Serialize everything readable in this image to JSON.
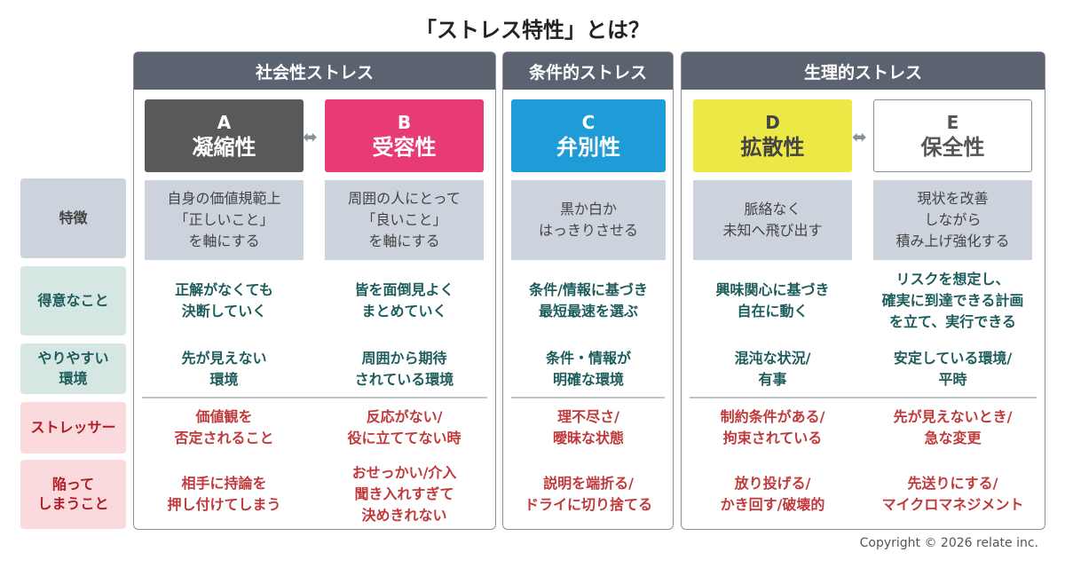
{
  "title": "「ストレス特性」とは？",
  "groups": [
    {
      "label": "社会性ストレス"
    },
    {
      "label": "条件的ストレス"
    },
    {
      "label": "生理的ストレス"
    }
  ],
  "row_labels": {
    "feature": "特徴",
    "strength": "得意なこと",
    "environment": "やりやすい\n環境",
    "stressor": "ストレッサー",
    "pitfall": "陥って\nしまうこと"
  },
  "columns": [
    {
      "letter": "A",
      "name": "凝縮性",
      "color": "#58595b",
      "text_color": "#ffffff",
      "feature": "自身の価値規範上\n「正しいこと」\nを軸にする",
      "strength": "正解がなくても\n決断していく",
      "environment": "先が見えない\n環境",
      "stressor": "価値観を\n否定されること",
      "pitfall": "相手に持論を\n押し付けてしまう"
    },
    {
      "letter": "B",
      "name": "受容性",
      "color": "#e83a75",
      "text_color": "#ffffff",
      "feature": "周囲の人にとって\n「良いこと」\nを軸にする",
      "strength": "皆を面倒見よく\nまとめていく",
      "environment": "周囲から期待\nされている環境",
      "stressor": "反応がない/\n役に立ててない時",
      "pitfall": "おせっかい/介入\n聞き入れすぎて\n決めきれない"
    },
    {
      "letter": "C",
      "name": "弁別性",
      "color": "#1f9cd8",
      "text_color": "#ffffff",
      "feature": "黒か白か\nはっきりさせる",
      "strength": "条件/情報に基づき\n最短最速を選ぶ",
      "environment": "条件・情報が\n明確な環境",
      "stressor": "理不尽さ/\n曖昧な状態",
      "pitfall": "説明を端折る/\nドライに切り捨てる"
    },
    {
      "letter": "D",
      "name": "拡散性",
      "color": "#ece845",
      "text_color": "#444444",
      "feature": "脈絡なく\n未知へ飛び出す",
      "strength": "興味関心に基づき\n自在に動く",
      "environment": "混沌な状況/\n有事",
      "stressor": "制約条件がある/\n拘束されている",
      "pitfall": "放り投げる/\nかき回す/破壊的"
    },
    {
      "letter": "E",
      "name": "保全性",
      "color": "#ffffff",
      "text_color": "#555555",
      "feature": "現状を改善\nしながら\n積み上げ強化する",
      "strength": "リスクを想定し、\n確実に到達できる計画\nを立て、実行できる",
      "environment": "安定している環境/\n平時",
      "stressor": "先が見えないとき/\n急な変更",
      "pitfall": "先送りにする/\nマイクロマネジメント"
    }
  ],
  "copyright": "Copyright © 2026 relate inc."
}
